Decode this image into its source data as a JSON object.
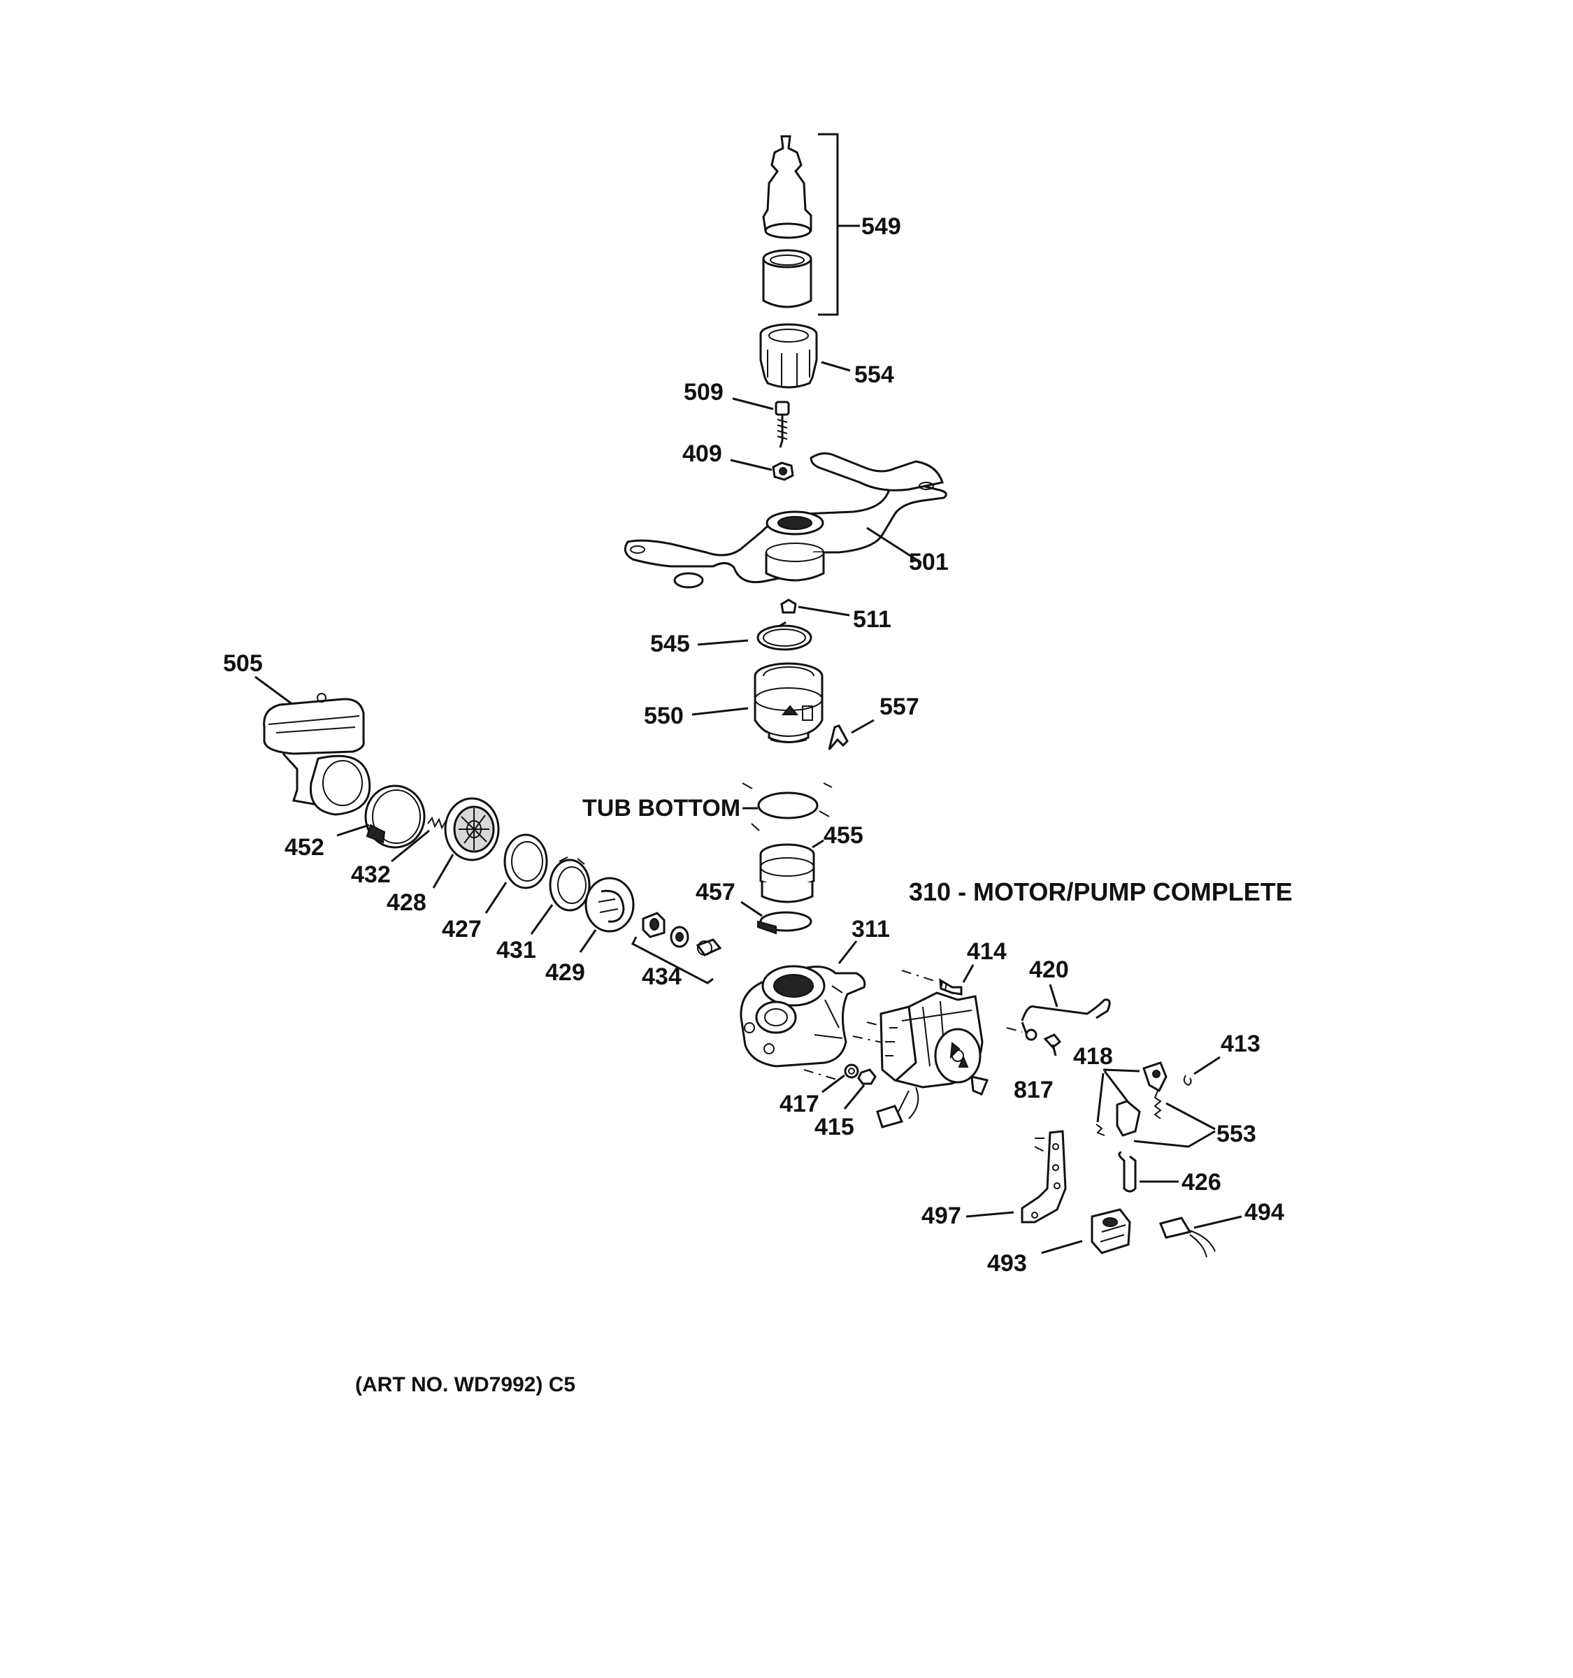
{
  "diagram": {
    "title": "310 - MOTOR/PUMP COMPLETE",
    "art_number": "(ART NO. WD7992) C5",
    "tub_bottom_label": "TUB BOTTOM",
    "callouts": {
      "p549": "549",
      "p554": "554",
      "p509": "509",
      "p409": "409",
      "p501": "501",
      "p511": "511",
      "p545": "545",
      "p505": "505",
      "p550": "550",
      "p557": "557",
      "p455": "455",
      "p452": "452",
      "p432": "432",
      "p428": "428",
      "p427": "427",
      "p431": "431",
      "p429": "429",
      "p434": "434",
      "p457": "457",
      "p311": "311",
      "p414": "414",
      "p420": "420",
      "p413": "413",
      "p418": "418",
      "p817": "817",
      "p417": "417",
      "p415": "415",
      "p553": "553",
      "p426": "426",
      "p494": "494",
      "p497": "497",
      "p493": "493"
    }
  }
}
